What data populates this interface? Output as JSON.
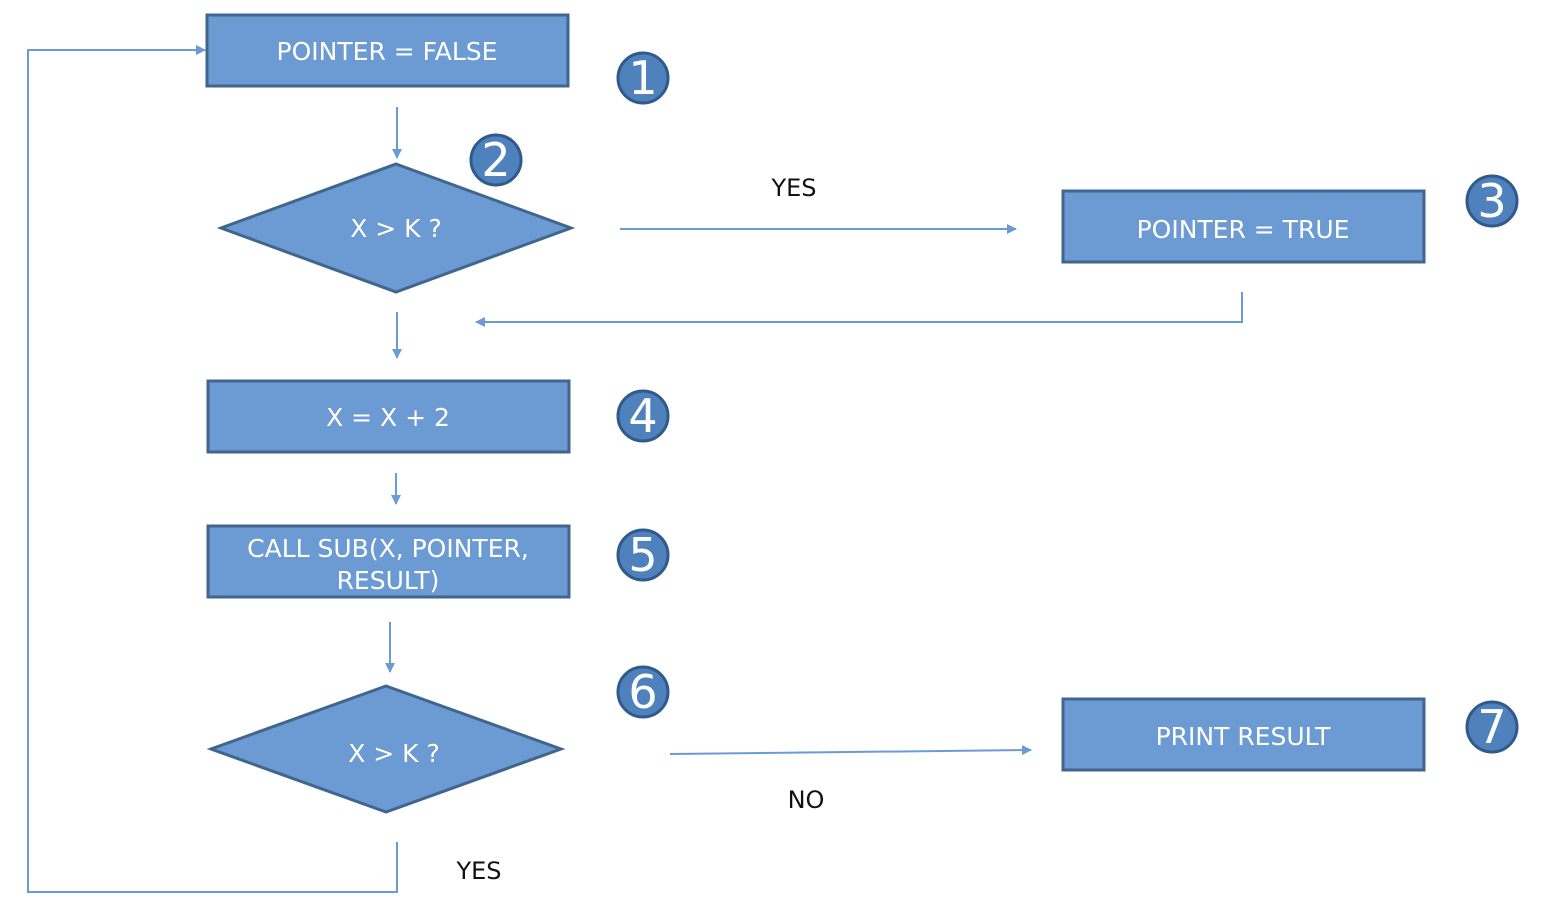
{
  "colors": {
    "node_fill": "#6b9bd2",
    "node_stroke": "#40658f",
    "connector": "#6b9bd2",
    "badge_fill": "#4f81bd",
    "badge_stroke": "#2f5a8c"
  },
  "nodes": [
    {
      "id": "n1",
      "shape": "rect",
      "lines": [
        "POINTER = FALSE"
      ]
    },
    {
      "id": "n2",
      "shape": "diamond",
      "lines": [
        "X > K ?"
      ]
    },
    {
      "id": "n3",
      "shape": "rect",
      "lines": [
        "POINTER = TRUE"
      ]
    },
    {
      "id": "n4",
      "shape": "rect",
      "lines": [
        "X = X + 2"
      ]
    },
    {
      "id": "n5",
      "shape": "rect",
      "lines": [
        "CALL SUB(X, POINTER,",
        "RESULT)"
      ]
    },
    {
      "id": "n6",
      "shape": "diamond",
      "lines": [
        "X > K ?"
      ]
    },
    {
      "id": "n7",
      "shape": "rect",
      "lines": [
        "PRINT RESULT"
      ]
    }
  ],
  "badges": [
    "1",
    "2",
    "3",
    "4",
    "5",
    "6",
    "7"
  ],
  "edge_labels": {
    "decision_2_yes": "YES",
    "decision_6_no": "NO",
    "decision_6_yes": "YES"
  }
}
